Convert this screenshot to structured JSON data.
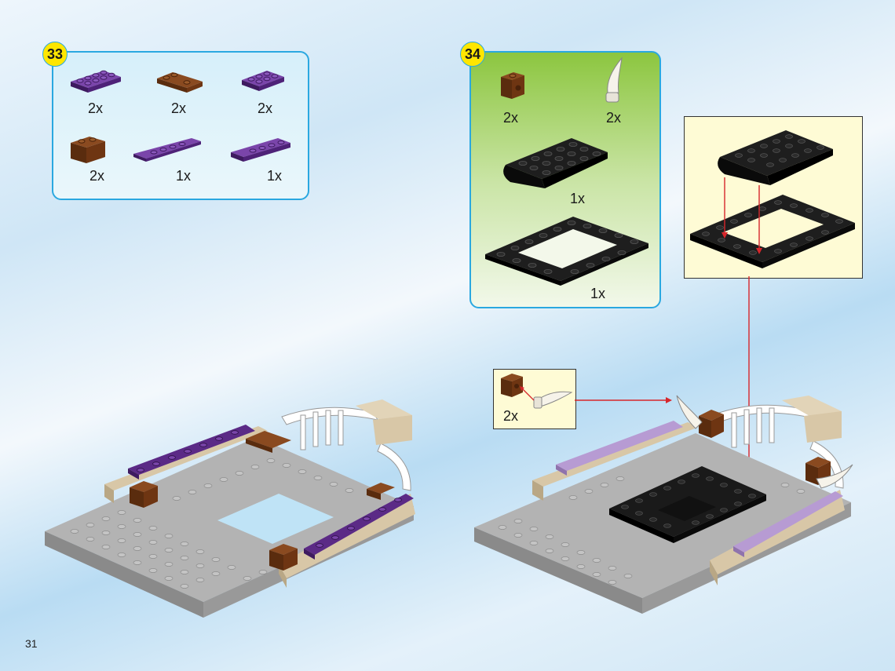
{
  "page": {
    "number": "31"
  },
  "steps": [
    {
      "number": "33",
      "parts": [
        {
          "name": "purple-plate-2x4",
          "qty": "2x",
          "color": "#5b2a86"
        },
        {
          "name": "brown-corner-plate",
          "qty": "2x",
          "color": "#7a3e18"
        },
        {
          "name": "purple-plate-2x3",
          "qty": "2x",
          "color": "#5b2a86"
        },
        {
          "name": "brown-brick-1x2",
          "qty": "2x",
          "color": "#7a3e18"
        },
        {
          "name": "purple-wedge-plate-left",
          "qty": "1x",
          "color": "#5b2a86"
        },
        {
          "name": "purple-wedge-plate-right",
          "qty": "1x",
          "color": "#5b2a86"
        }
      ]
    },
    {
      "number": "34",
      "parts": [
        {
          "name": "brown-bracket-brick",
          "qty": "2x",
          "color": "#7a3e18"
        },
        {
          "name": "white-horn",
          "qty": "2x",
          "color": "#f2efe6"
        },
        {
          "name": "black-curved-plate",
          "qty": "1x",
          "color": "#111111"
        },
        {
          "name": "black-frame-plate",
          "qty": "1x",
          "color": "#111111"
        }
      ],
      "subassembly_qty": "2x"
    }
  ],
  "colors": {
    "panel_border": "#2aa8e0",
    "step_badge": "#ffe600",
    "arrow": "#d7262b",
    "baseplate": "#a8a8a8",
    "tan": "#d8c7a7",
    "lavender": "#b79bd3"
  }
}
